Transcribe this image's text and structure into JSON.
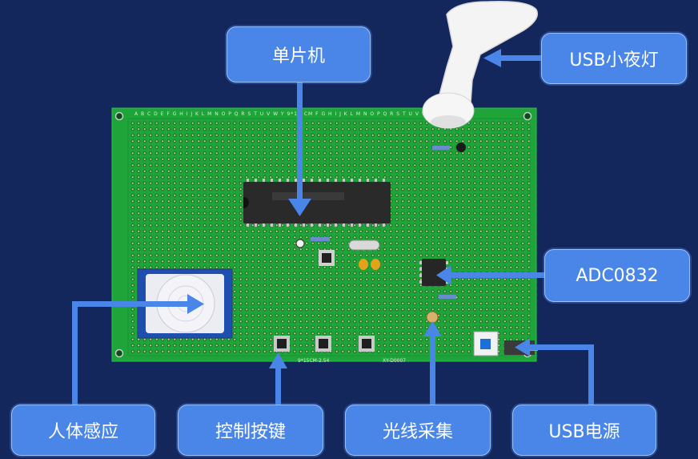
{
  "labels": {
    "mcu": "单片机",
    "usb_light": "USB小夜灯",
    "adc": "ADC0832",
    "pir": "人体感应",
    "buttons": "控制按键",
    "light_sensor": "光线采集",
    "usb_power": "USB电源"
  },
  "board": {
    "top_row_text": "A B C D E F G H I J K L M N O P Q R S T U V W Y   9*15 CM   F G H I J K L M N O P Q R S T U V W Y Z A B",
    "bottom_text_1": "9*15CM-2.54",
    "bottom_text_2": "XY-D0007"
  },
  "colors": {
    "background": "#14275c",
    "label_fill": "#4a86e8",
    "arrow": "#4a86e8",
    "board": "#1fa43a"
  }
}
